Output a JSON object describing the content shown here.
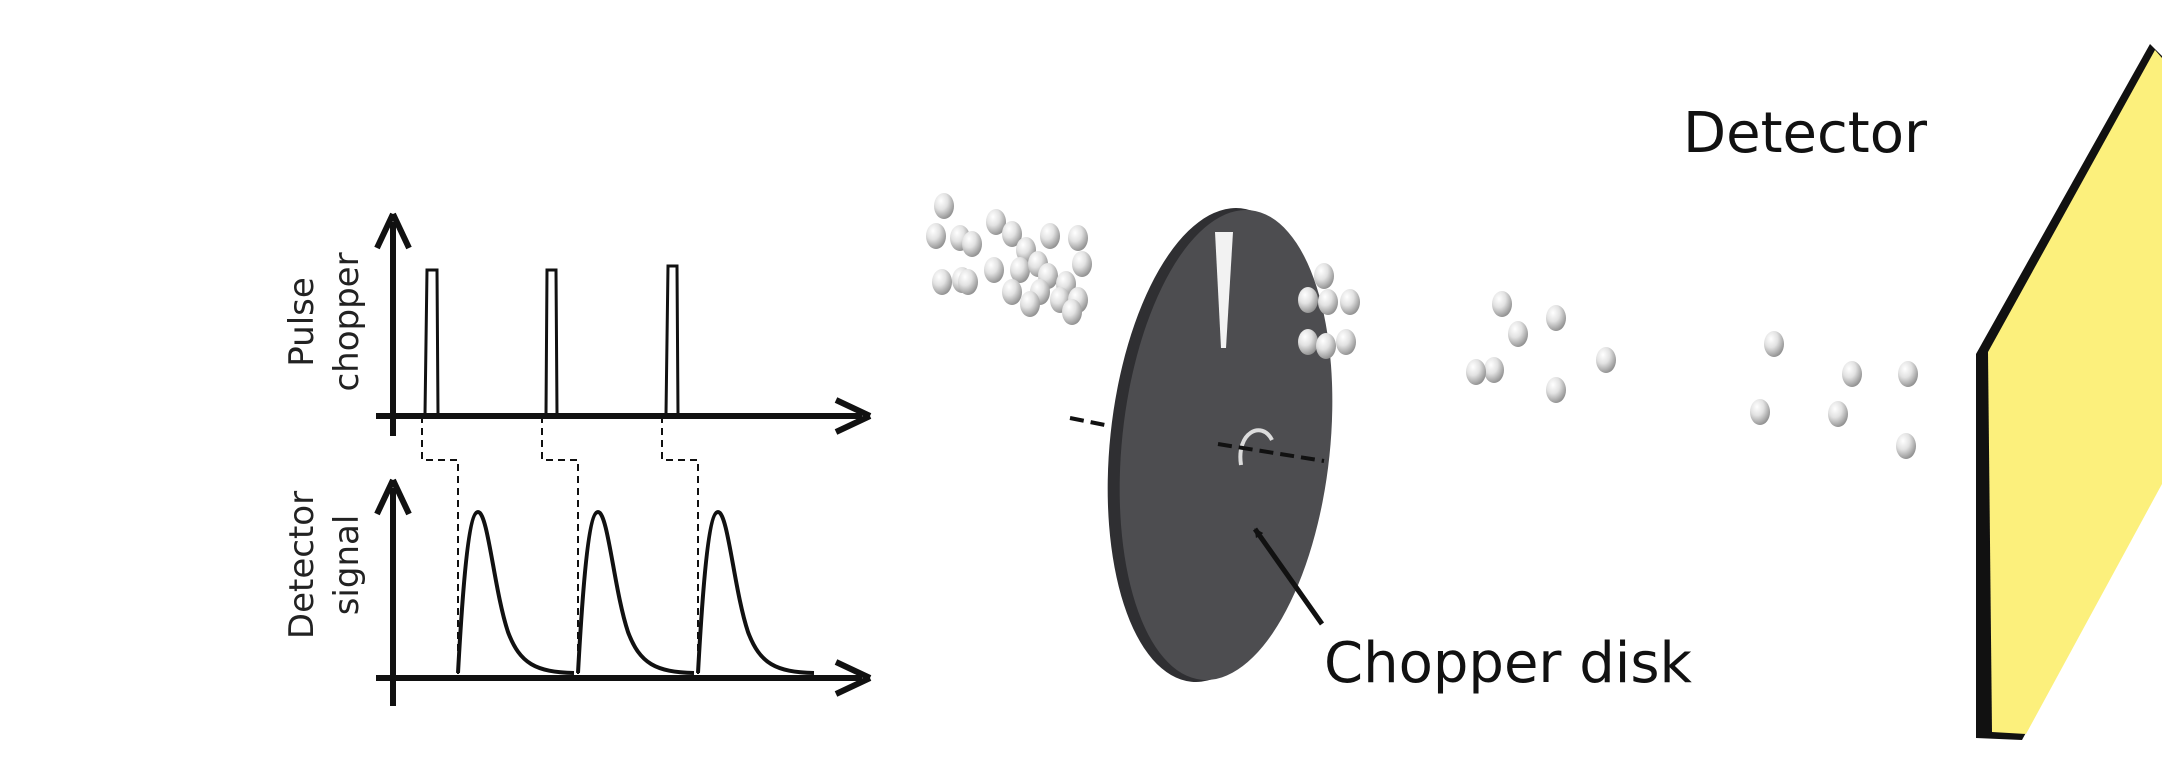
{
  "labels": {
    "pulse_chopper_line1": "Pulse",
    "pulse_chopper_line2": "chopper",
    "detector_signal_line1": "Detector",
    "detector_signal_line2": "signal",
    "chopper_disk": "Chopper disk",
    "detector": "Detector"
  },
  "colors": {
    "disk": "#4d4d50",
    "disk_rim": "#2e2e30",
    "detector_face": "#fcf07c",
    "detector_edge": "#111111",
    "axes": "#111111"
  },
  "pulse_count": 3,
  "icons": [
    "particle-sphere",
    "arrow"
  ]
}
